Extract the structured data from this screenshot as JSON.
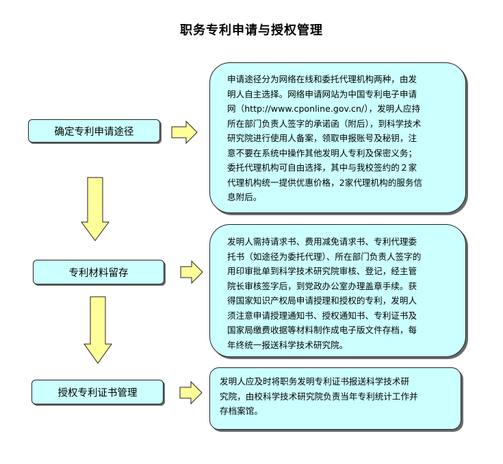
{
  "title": "职务专利申请与授权管理",
  "steps": [
    {
      "label": "确定专利申请途径",
      "description": "申请途径分为网络在线和委托代理机构两种，由发\n明人自主选择。网络申请网站为中国专利电子申请\n网（http://www.cponline.gov.cn/），发明人应持\n所在部门负责人签字的承诺函（附后），到科学技术\n研究院进行使用人备案，领取申报账号及秘钥，注\n意不要在系统中操作其他发明人专利及保密义务；\n委托代理机构可自由选择，其中与我校签约的２家\n代理机构统一提供优惠价格，2家代理机构的服务信\n息附后。"
    },
    {
      "label": "专利材料留存",
      "description": "发明人需持请求书、费用减免请求书、专利代理委\n托书（如途径为委托代理）、所在部门负责人签字的\n用印审批单到科学技术研究院审核、登记，经主管\n院长审核签字后，到党政办公室办理盖章手续。获\n得国家知识产权局申请授理和授权的专利，发明人\n须注意申请授理通知书、授权通知书、专利证书及\n国家局缴费收据等材料制作成电子版文件存档，每\n年终统一报送科学技术研究院。"
    },
    {
      "label": "授权专利证书管理",
      "description": "发明人应及时将职务发明专利证书报送科学技术研\n究院，由校科学技术研究院负责当年专利统计工作并\n存档案馆。"
    }
  ],
  "colors": {
    "box_fill": "#ccffff",
    "arrow_fill": "#ffff99",
    "border": "#222222"
  }
}
